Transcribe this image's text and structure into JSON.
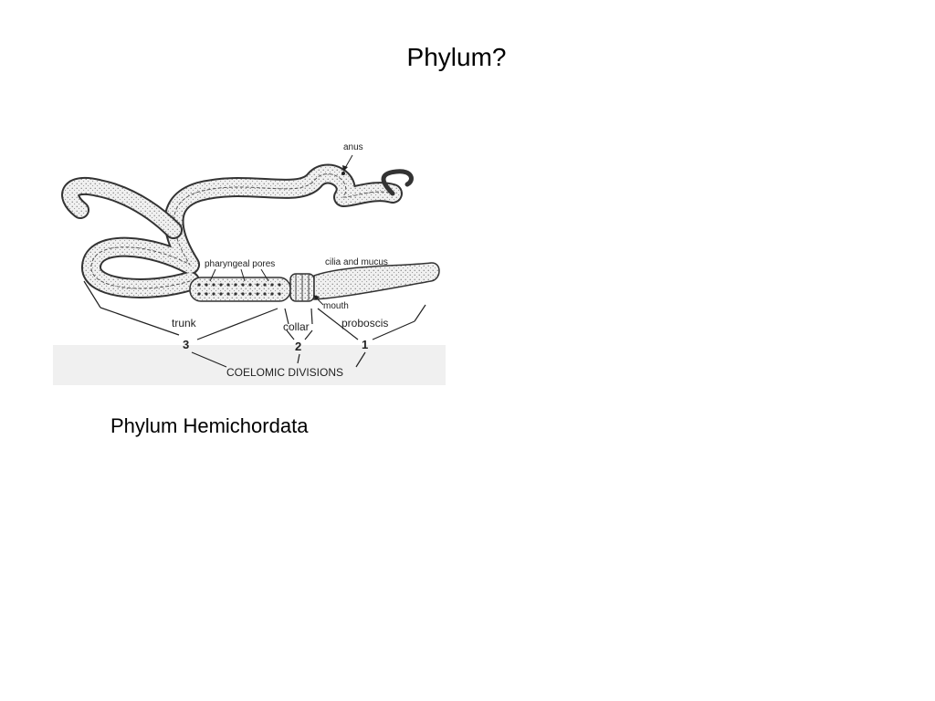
{
  "slide": {
    "title": "Phylum?",
    "answer": "Phylum Hemichordata"
  },
  "diagram": {
    "labels": {
      "anus": "anus",
      "pharyngeal_pores": "pharyngeal pores",
      "cilia_mucus": "cilia and mucus",
      "mouth": "mouth",
      "trunk": "trunk",
      "collar": "collar",
      "proboscis": "proboscis",
      "div3": "3",
      "div2": "2",
      "div1": "1",
      "coelomic": "COELOMIC DIVISIONS"
    }
  }
}
